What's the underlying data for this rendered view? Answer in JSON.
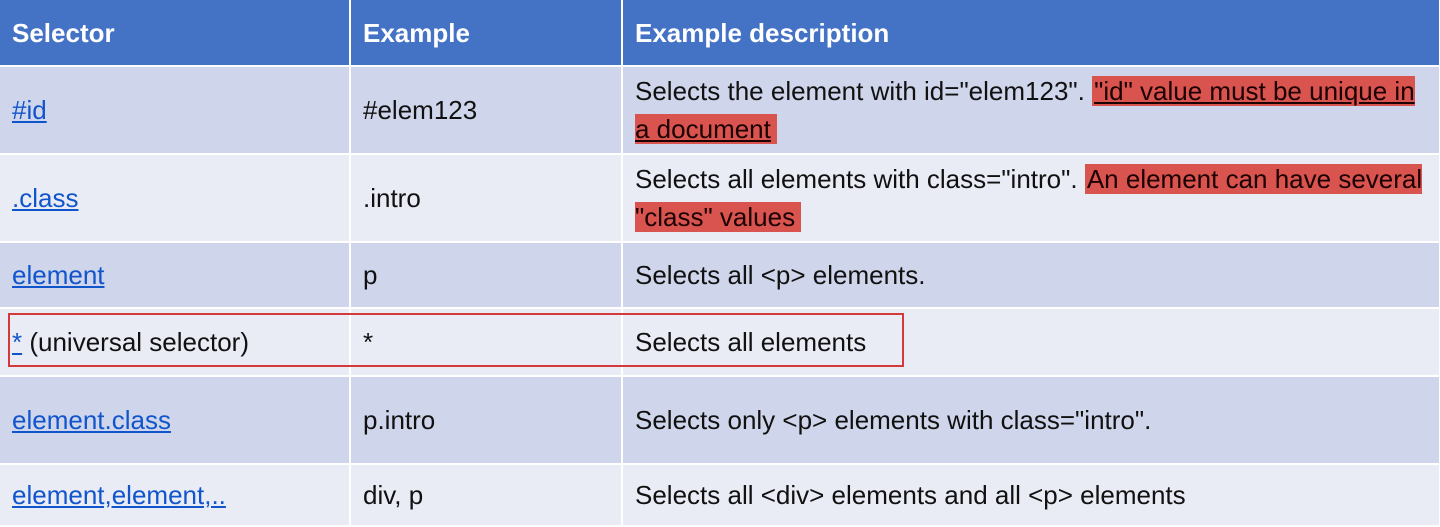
{
  "columns": [
    "Selector",
    "Example",
    "Example description"
  ],
  "rows": [
    {
      "selector": "#id",
      "selector_extra": "",
      "example": "#elem123",
      "desc": "Selects the element with id=\"elem123\".",
      "note": "\"id\" value must be unique in a document"
    },
    {
      "selector": ".class",
      "selector_extra": "",
      "example": ".intro",
      "desc": "Selects all elements with class=\"intro\".",
      "note": "An element can have several \"class\" values"
    },
    {
      "selector": "element",
      "selector_extra": "",
      "example": "p",
      "desc": "Selects all <p> elements.",
      "note": ""
    },
    {
      "selector": "*",
      "selector_extra": " (universal selector)",
      "example": "*",
      "desc": "Selects all elements",
      "note": ""
    },
    {
      "selector": "element.class",
      "selector_extra": "",
      "example": "p.intro",
      "desc": "Selects only <p> elements with class=\"intro\".",
      "note": ""
    },
    {
      "selector": "element,element,..",
      "selector_extra": "",
      "example": "div, p",
      "desc": "Selects all <div> elements and all <p> elements",
      "note": ""
    }
  ],
  "colors": {
    "header": "#4472c4",
    "row_odd": "#cfd5ea",
    "row_even": "#e9ebf5",
    "link": "#1155cc",
    "highlight": "#d9534f",
    "frame": "#d33a3a"
  }
}
